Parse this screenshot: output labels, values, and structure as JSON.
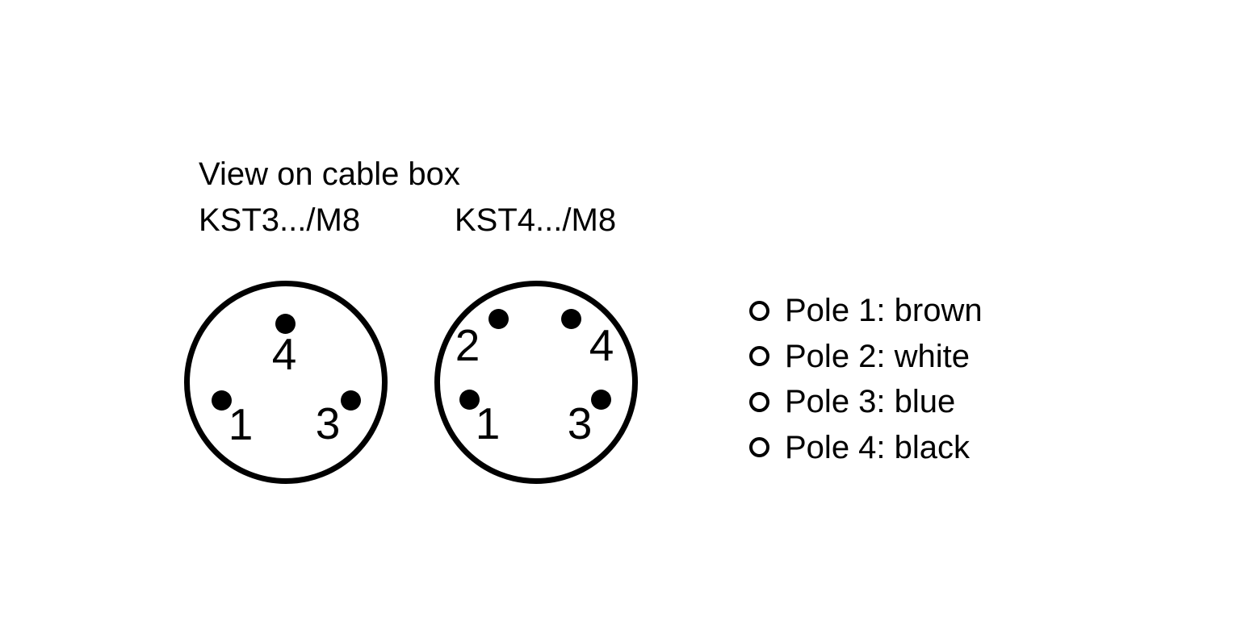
{
  "title": "View on cable box",
  "colors": {
    "foreground": "#000000",
    "background": "#ffffff"
  },
  "connectors": [
    {
      "label": "KST3.../M8",
      "pin_count": 3,
      "pins": [
        {
          "number": "4",
          "position": "top"
        },
        {
          "number": "1",
          "position": "bottom-left"
        },
        {
          "number": "3",
          "position": "bottom-right"
        }
      ]
    },
    {
      "label": "KST4.../M8",
      "pin_count": 4,
      "pins": [
        {
          "number": "2",
          "position": "top-left"
        },
        {
          "number": "4",
          "position": "top-right"
        },
        {
          "number": "1",
          "position": "bottom-left"
        },
        {
          "number": "3",
          "position": "bottom-right"
        }
      ]
    }
  ],
  "legend": {
    "marker_icon": "open-circle",
    "items": [
      {
        "label": "Pole 1: brown",
        "pole": "1",
        "wire_color": "brown"
      },
      {
        "label": "Pole 2: white",
        "pole": "2",
        "wire_color": "white"
      },
      {
        "label": "Pole 3: blue",
        "pole": "3",
        "wire_color": "blue"
      },
      {
        "label": "Pole 4: black",
        "pole": "4",
        "wire_color": "black"
      }
    ]
  }
}
